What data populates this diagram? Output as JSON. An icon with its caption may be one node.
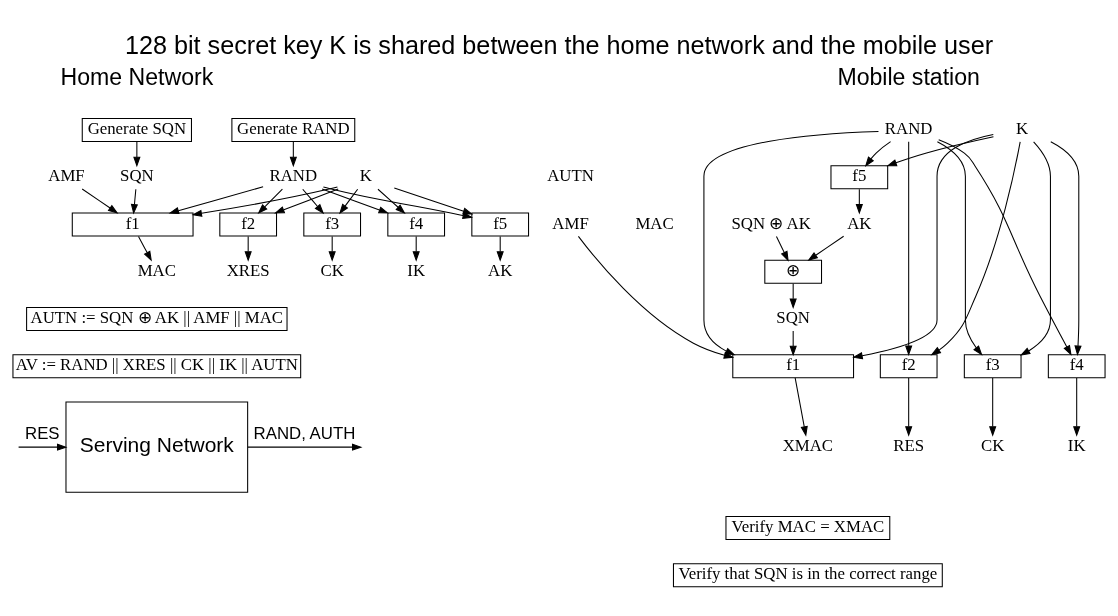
{
  "diagram": {
    "title": "128 bit secret key K is shared between the home network and the mobile user",
    "nodes": [
      {
        "text": [
          "Generate SQN"
        ]
      },
      {
        "text": [
          "Generate RAND"
        ]
      },
      {
        "text": [
          "SQN"
        ]
      },
      {
        "text": [
          "AMF"
        ]
      },
      {
        "text": [
          "RAND"
        ]
      },
      {
        "text": [
          "K"
        ]
      },
      {
        "text": [
          "f1"
        ]
      },
      {
        "text": [
          "f2"
        ]
      },
      {
        "text": [
          "f3"
        ]
      },
      {
        "text": [
          "f4"
        ]
      },
      {
        "text": [
          "f5"
        ]
      },
      {
        "text": [
          "MAC"
        ]
      },
      {
        "text": [
          "XRES"
        ]
      },
      {
        "text": [
          "CK"
        ]
      },
      {
        "text": [
          "IK"
        ]
      },
      {
        "text": [
          "AK"
        ]
      },
      {
        "text": [
          "AUTN := SQN ⊕ AK || AMF || MAC"
        ]
      },
      {
        "text": [
          "AV := RAND || XRES || CK || IK || AUTN"
        ]
      },
      {
        "text": [
          "Serving Network"
        ]
      },
      {
        "text": [
          "RAND"
        ]
      },
      {
        "text": [
          "f5"
        ]
      },
      {
        "text": [
          "AK"
        ]
      },
      {
        "text": [
          "SQN ⊕ AK"
        ]
      },
      {
        "text": [
          "AMF"
        ]
      },
      {
        "text": [
          "MAC"
        ]
      },
      {
        "text": [
          "⊕"
        ]
      },
      {
        "text": [
          "SQN"
        ]
      },
      {
        "text": [
          "K"
        ]
      },
      {
        "text": [
          "f1"
        ]
      },
      {
        "text": [
          "f2"
        ]
      },
      {
        "text": [
          "f3"
        ]
      },
      {
        "text": [
          "f4"
        ]
      },
      {
        "text": [
          "XMAC"
        ]
      },
      {
        "text": [
          "RES"
        ]
      },
      {
        "text": [
          "CK"
        ]
      },
      {
        "text": [
          "IK"
        ]
      },
      {
        "text": [
          "Verify MAC = XMAC"
        ]
      },
      {
        "text": [
          "Verify that SQN is in the correct range"
        ]
      }
    ],
    "edges": [
      {
        "from": 0,
        "to": 2,
        "arrow": "to"
      },
      {
        "from": 1,
        "to": 4,
        "arrow": "to"
      },
      {
        "from": 5,
        "to": 6,
        "arrow": "to"
      },
      {
        "from": 3,
        "to": 6,
        "arrow": "to"
      },
      {
        "from": 2,
        "to": 6,
        "arrow": "to"
      },
      {
        "from": 4,
        "to": 6,
        "arrow": "to"
      },
      {
        "from": 5,
        "to": 7,
        "arrow": "to"
      },
      {
        "from": 4,
        "to": 7,
        "arrow": "to"
      },
      {
        "from": 5,
        "to": 8,
        "arrow": "to"
      },
      {
        "from": 4,
        "to": 8,
        "arrow": "to"
      },
      {
        "from": 5,
        "to": 9,
        "arrow": "to"
      },
      {
        "from": 4,
        "to": 9,
        "arrow": "to"
      },
      {
        "from": 5,
        "to": 10,
        "arrow": "to"
      },
      {
        "from": 4,
        "to": 10,
        "arrow": "to"
      },
      {
        "from": 6,
        "to": 11,
        "arrow": "to"
      },
      {
        "from": 7,
        "to": 12,
        "arrow": "to"
      },
      {
        "from": 8,
        "to": 13,
        "arrow": "to"
      },
      {
        "from": 9,
        "to": 14,
        "arrow": "to"
      },
      {
        "from": 10,
        "to": 15,
        "arrow": "to"
      },
      {
        "from": 18,
        "to": null,
        "arrow": "to",
        "label": "RAND, AUTH"
      },
      {
        "from": null,
        "to": 18,
        "arrow": "to",
        "label": "RES"
      },
      {
        "from": 19,
        "to": 20,
        "arrow": "to"
      },
      {
        "from": 27,
        "to": 20,
        "arrow": "to"
      },
      {
        "from": 20,
        "to": 21,
        "arrow": "to"
      },
      {
        "from": 21,
        "to": 25,
        "arrow": "to"
      },
      {
        "from": 22,
        "to": 25,
        "arrow": "to"
      },
      {
        "from": 25,
        "to": 26,
        "arrow": "to"
      },
      {
        "from": 27,
        "to": 28,
        "arrow": "to"
      },
      {
        "from": 26,
        "to": 28,
        "arrow": "to"
      },
      {
        "from": 23,
        "to": 28,
        "arrow": "to"
      },
      {
        "from": 19,
        "to": 28,
        "arrow": "to"
      },
      {
        "from": 27,
        "to": 29,
        "arrow": "to"
      },
      {
        "from": 19,
        "to": 29,
        "arrow": "to"
      },
      {
        "from": 27,
        "to": 30,
        "arrow": "to"
      },
      {
        "from": 19,
        "to": 30,
        "arrow": "to"
      },
      {
        "from": 27,
        "to": 31,
        "arrow": "to"
      },
      {
        "from": 19,
        "to": 31,
        "arrow": "to"
      },
      {
        "from": 28,
        "to": 32,
        "arrow": "to"
      },
      {
        "from": 29,
        "to": 33,
        "arrow": "to"
      },
      {
        "from": 30,
        "to": 34,
        "arrow": "to"
      },
      {
        "from": 31,
        "to": 35,
        "arrow": "to"
      }
    ],
    "labels": [
      "Home Network",
      "Mobile station",
      "AUTN"
    ]
  }
}
